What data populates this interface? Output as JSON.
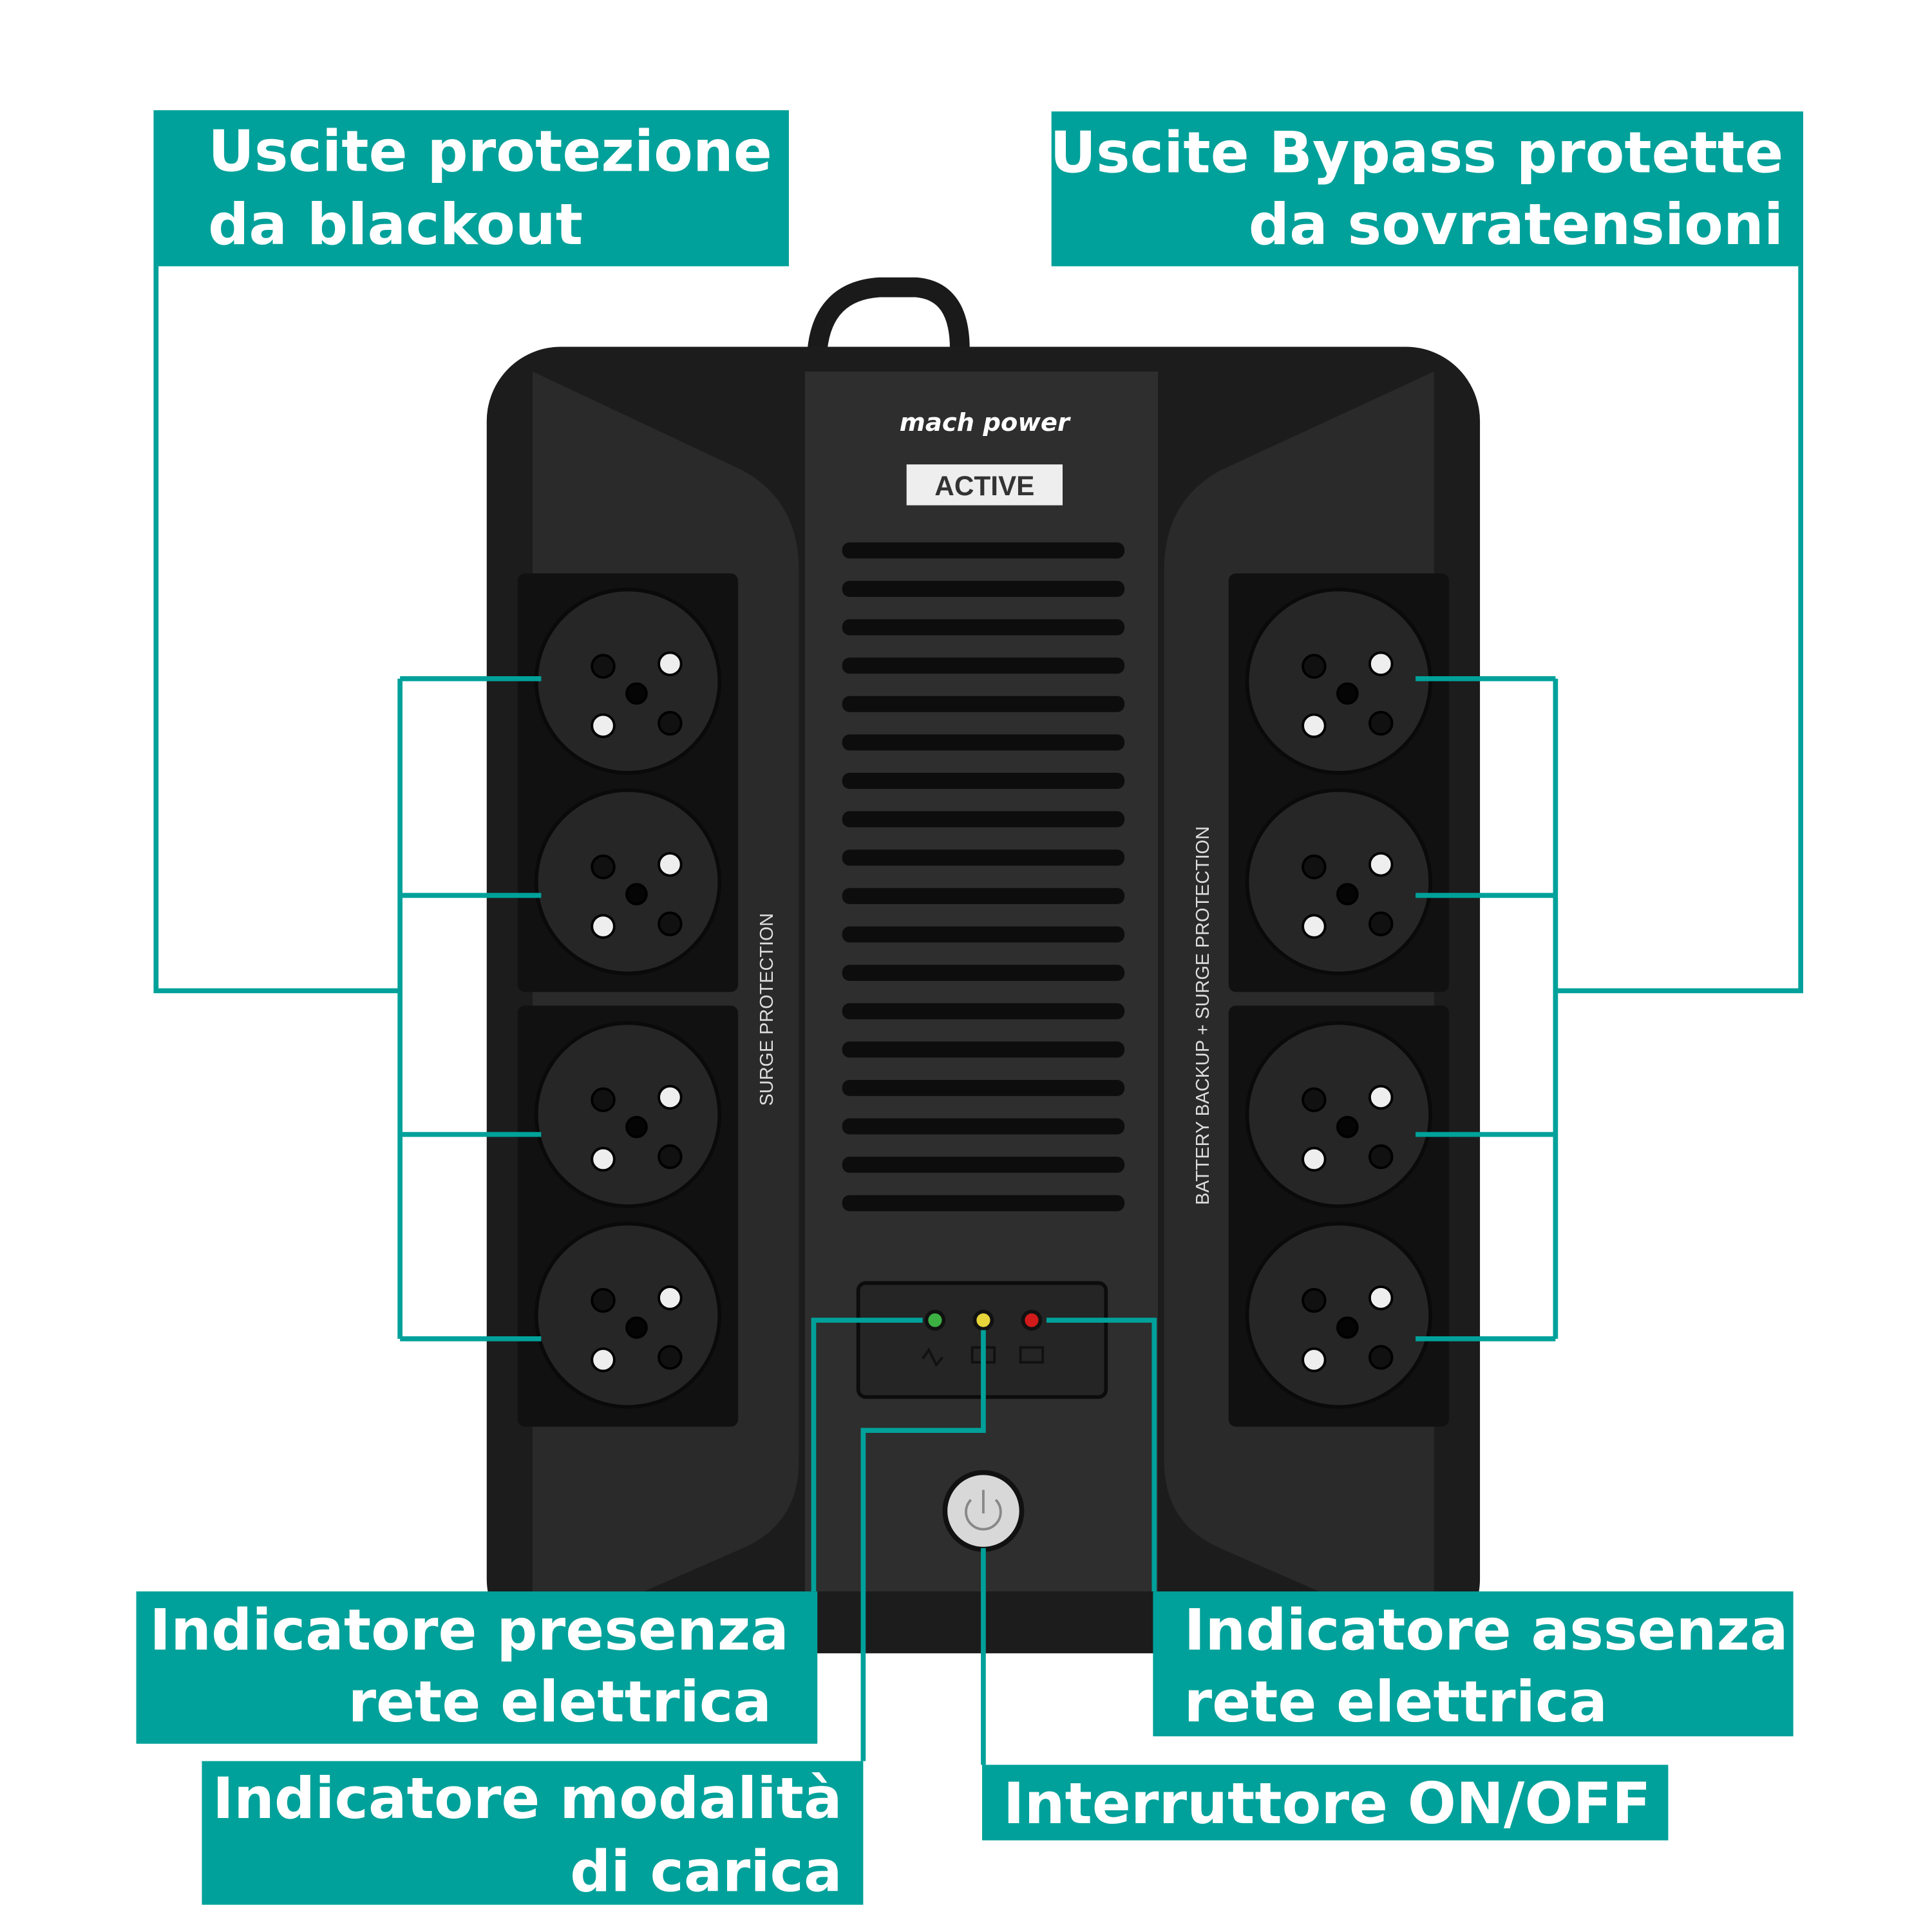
{
  "colors": {
    "accent": "#00A19A",
    "body": "#2b2b2b",
    "led_green": "#3cb043",
    "led_yellow": "#e6d43a",
    "led_red": "#d11a1a"
  },
  "device": {
    "brand": "mach power",
    "badge": "ACTIVE",
    "left_side_text": "SURGE PROTECTION",
    "right_side_text": "BATTERY BACKUP + SURGE PROTECTION"
  },
  "callouts": {
    "blackout_outlets": [
      "Uscite protezione",
      "da blackout"
    ],
    "bypass_outlets": [
      "Uscite Bypass protette",
      "da sovratensioni"
    ],
    "mains_present": [
      "Indicatore presenza",
      "rete elettrica"
    ],
    "charge_mode": [
      "Indicatore modalità",
      "di carica"
    ],
    "mains_absent": [
      "Indicatore assenza",
      "rete elettrica"
    ],
    "power_switch": [
      "Interruttore ON/OFF"
    ]
  }
}
